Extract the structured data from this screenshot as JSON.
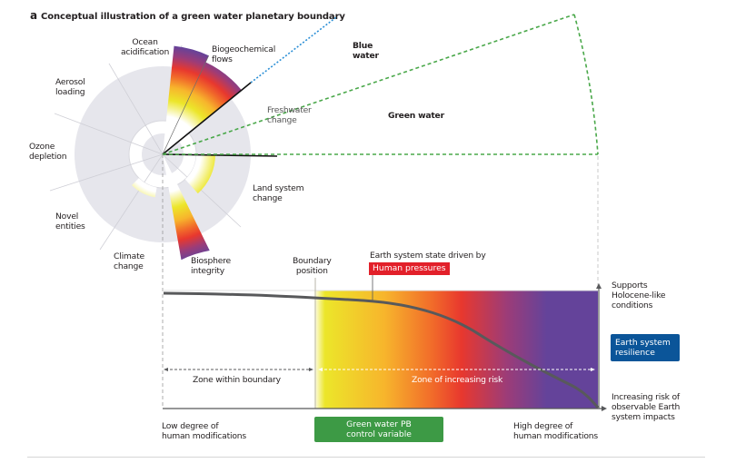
{
  "title": {
    "panel": "a",
    "text": "Conceptual illustration of a green water planetary boundary"
  },
  "polar": {
    "labels": {
      "ocean_acidification": [
        "Ocean",
        "acidification"
      ],
      "biogeochemical_flows": [
        "Biogeochemical",
        "flows"
      ],
      "aerosol_loading": [
        "Aerosol",
        "loading"
      ],
      "ozone_depletion": [
        "Ozone",
        "depletion"
      ],
      "novel_entities": [
        "Novel",
        "entities"
      ],
      "climate_change": [
        "Climate",
        "change"
      ],
      "biosphere_integrity": [
        "Biosphere",
        "integrity"
      ],
      "land_system_change": [
        "Land system",
        "change"
      ],
      "freshwater_change": [
        "Freshwater",
        "change"
      ]
    },
    "water_labels": {
      "blue": [
        "Blue",
        "water"
      ],
      "green": "Green water"
    },
    "colors": {
      "blue_water_line": "#2b8fd6",
      "green_water_line": "#4aa84a",
      "disc": "#e6e6ec"
    }
  },
  "bar": {
    "boundary_position": [
      "Boundary",
      "position"
    ],
    "state_label": "Earth system state driven by",
    "human_pressures": "Human pressures",
    "zone_within": "Zone within boundary",
    "zone_risk": "Zone of increasing risk",
    "low_degree": [
      "Low degree of",
      "human modifications"
    ],
    "high_degree": [
      "High degree of",
      "human modifications"
    ],
    "control_variable": [
      "Green water PB",
      "control variable"
    ],
    "supports": [
      "Supports",
      "Holocene-like",
      "conditions"
    ],
    "resilience": [
      "Earth system",
      "resilience"
    ],
    "increasing_risk": [
      "Increasing risk of",
      "observable Earth",
      "system impacts"
    ],
    "gradient": [
      "#ffffff",
      "#ece62a",
      "#f7b52c",
      "#f16a2a",
      "#e8382e",
      "#9c3c78",
      "#64439a"
    ],
    "colors": {
      "human_pressures": "#e2202a",
      "resilience": "#0b5599",
      "control_variable": "#3d9a45",
      "curve": "#58595b"
    }
  }
}
